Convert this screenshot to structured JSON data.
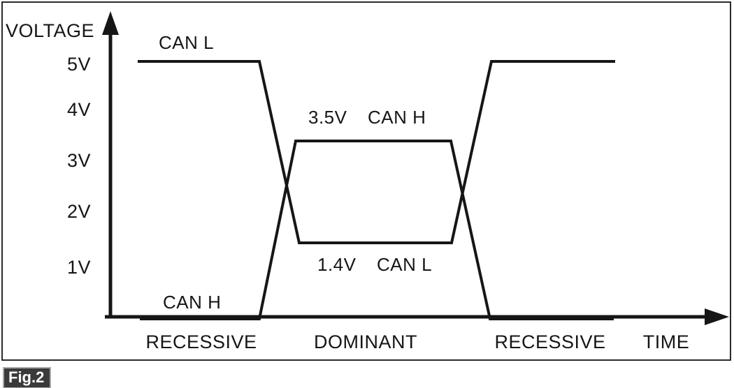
{
  "figure": {
    "y_axis_title": "VOLTAGE",
    "x_axis_title": "TIME",
    "y_ticks": [
      "5V",
      "4V",
      "3V",
      "2V",
      "1V"
    ],
    "x_regions": [
      "RECESSIVE",
      "DOMINANT",
      "RECESSIVE"
    ],
    "trace_labels": {
      "can_l_recessive": "CAN L",
      "can_h_recessive": "CAN H",
      "dominant_high_value": "3.5V",
      "dominant_high_trace": "CAN H",
      "dominant_low_value": "1.4V",
      "dominant_low_trace": "CAN L"
    },
    "caption": "Fig.2",
    "colors": {
      "line": "#161616",
      "badge_bg": "#3a3a3a",
      "badge_border": "#a8a8a8",
      "badge_text": "#ffffff",
      "background": "#ffffff"
    }
  },
  "chart_data": {
    "type": "line",
    "title": "",
    "xlabel": "TIME",
    "ylabel": "VOLTAGE",
    "ylim": [
      0,
      5.5
    ],
    "y_ticks": [
      1,
      2,
      3,
      4,
      5
    ],
    "grid": false,
    "x_axis_regions": [
      "RECESSIVE",
      "DOMINANT",
      "RECESSIVE"
    ],
    "series": [
      {
        "name": "CAN L",
        "recessive_volts": 5,
        "dominant_volts": 1.4,
        "x_frac": [
          0.05,
          0.25,
          0.31,
          0.56,
          0.63,
          0.83
        ],
        "y_volts": [
          5,
          5,
          1.4,
          1.4,
          5,
          5
        ]
      },
      {
        "name": "CAN H",
        "recessive_volts": 0,
        "dominant_volts": 3.5,
        "x_frac": [
          0.05,
          0.25,
          0.3,
          0.56,
          0.63,
          0.83
        ],
        "y_volts": [
          0,
          0,
          3.5,
          3.5,
          0,
          0
        ]
      }
    ],
    "annotations": [
      "3.5V CAN H",
      "1.4V CAN L"
    ]
  }
}
